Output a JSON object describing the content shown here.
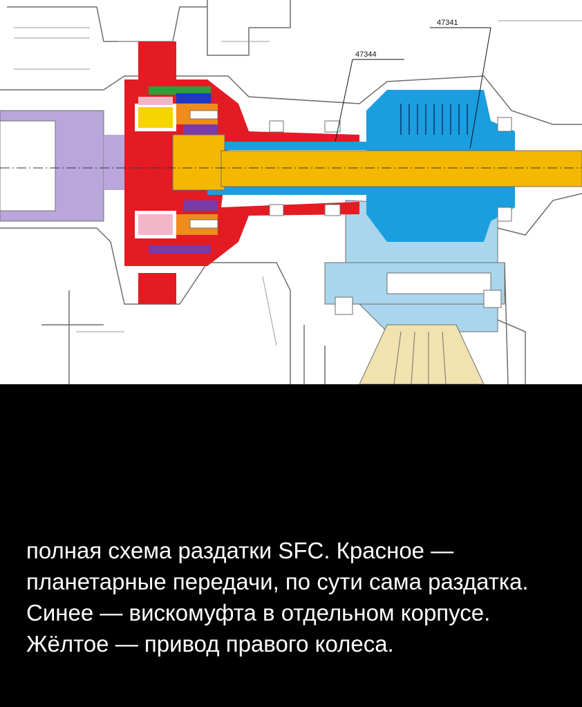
{
  "diagram": {
    "labels": [
      "47341",
      "47344"
    ],
    "colors": {
      "red": "#e31b23",
      "blue": "#1a9ee0",
      "yellow": "#f5b800",
      "lilac": "#b9a7dc",
      "light_blue": "#a9d6ec",
      "cream": "#f2e2b0",
      "green": "#2e9e3a",
      "orange": "#f08c1c",
      "purple": "#7a3aa8",
      "pink": "#f3b6c8",
      "gray": "#9a9a9a"
    }
  },
  "caption": {
    "text": "полная схема раздатки SFC. Красное — планетарные передачи, по сути сама раздатка. Синее — вискомуфта в отдельном корпусе. Жёлтое — привод правого колеса."
  }
}
